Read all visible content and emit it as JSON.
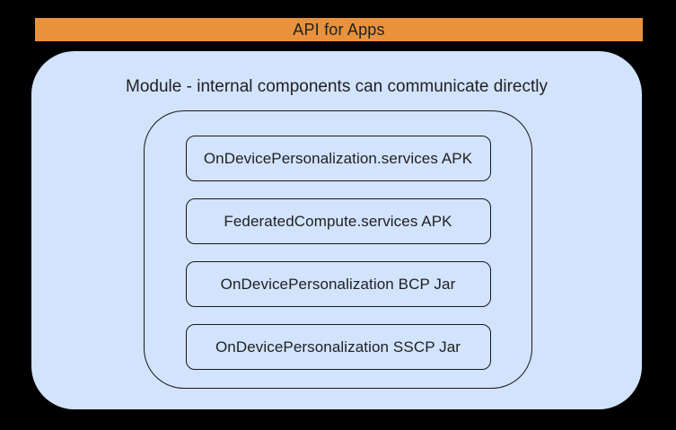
{
  "diagram": {
    "api_bar": {
      "label": "API for Apps",
      "background_color": "#e8923d",
      "text_color": "#202124"
    },
    "module": {
      "title": "Module - internal components can communicate directly",
      "background_color": "#d2e3fc",
      "outline_color": "#17181a",
      "components": [
        {
          "label": "OnDevicePersonalization.services APK"
        },
        {
          "label": "FederatedCompute.services APK"
        },
        {
          "label": "OnDevicePersonalization BCP Jar"
        },
        {
          "label": "OnDevicePersonalization SSCP Jar"
        }
      ]
    },
    "canvas_background_color": "#000000"
  }
}
